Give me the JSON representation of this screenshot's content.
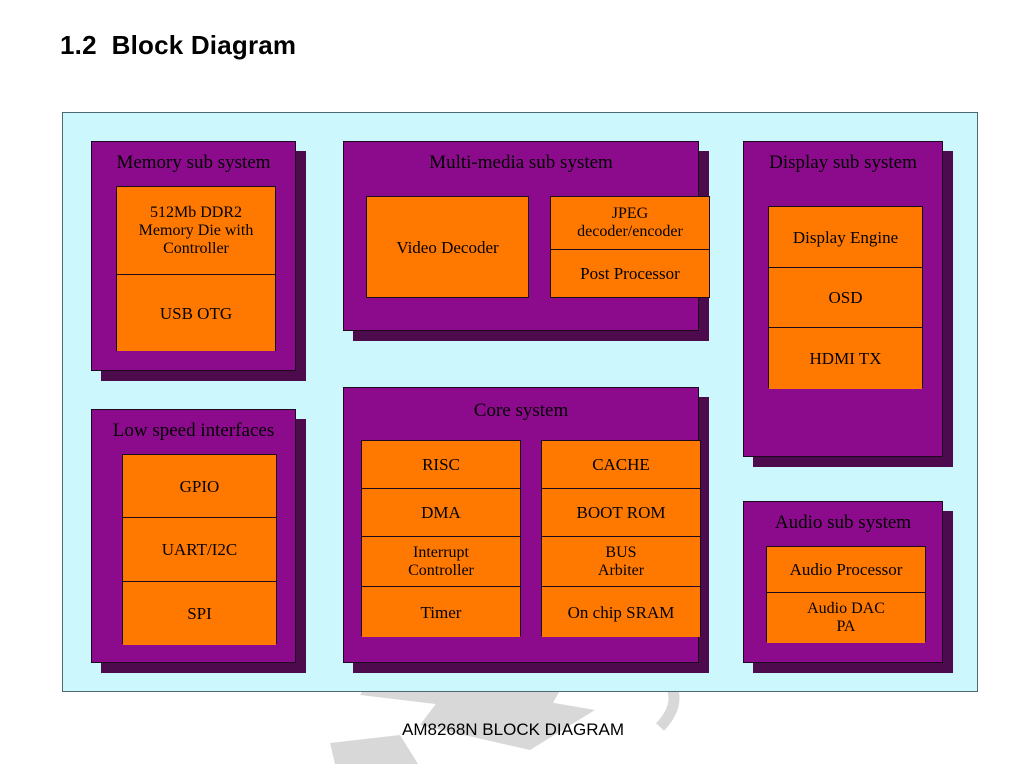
{
  "page": {
    "heading": "1.2  Block Diagram",
    "caption": "AM8268N BLOCK DIAGRAM",
    "background": "#ffffff"
  },
  "theme": {
    "canvas_fill": "#ccf8fd",
    "canvas_border": "#4c6b70",
    "group_fill": "#8c0a8c",
    "group_shadow": "#4d0a4d",
    "block_fill": "#ff7800",
    "outline": "#1b0a1b",
    "text": "#000000",
    "watermark": "#d6d6d6"
  },
  "diagram": {
    "title": "AM8268N BLOCK DIAGRAM",
    "groups": [
      {
        "id": "memory-sub-system",
        "title": "Memory sub system",
        "columns": [
          {
            "blocks": [
              {
                "label": "512Mb DDR2\nMemory Die with\nController"
              },
              {
                "label": "USB OTG"
              }
            ]
          }
        ]
      },
      {
        "id": "multi-media-sub-system",
        "title": "Multi-media sub system",
        "columns": [
          {
            "blocks": [
              {
                "label": "Video Decoder"
              }
            ]
          },
          {
            "blocks": [
              {
                "label": "JPEG\ndecoder/encoder"
              },
              {
                "label": "Post Processor"
              }
            ]
          }
        ]
      },
      {
        "id": "display-sub-system",
        "title": "Display sub system",
        "columns": [
          {
            "blocks": [
              {
                "label": "Display Engine"
              },
              {
                "label": "OSD"
              },
              {
                "label": "HDMI TX"
              }
            ]
          }
        ]
      },
      {
        "id": "low-speed-interfaces",
        "title": "Low speed interfaces",
        "columns": [
          {
            "blocks": [
              {
                "label": "GPIO"
              },
              {
                "label": "UART/I2C"
              },
              {
                "label": "SPI"
              }
            ]
          }
        ]
      },
      {
        "id": "core-system",
        "title": "Core system",
        "columns": [
          {
            "blocks": [
              {
                "label": "RISC"
              },
              {
                "label": "DMA"
              },
              {
                "label": "Interrupt\nController"
              },
              {
                "label": "Timer"
              }
            ]
          },
          {
            "blocks": [
              {
                "label": "CACHE"
              },
              {
                "label": "BOOT ROM"
              },
              {
                "label": "BUS\nArbiter"
              },
              {
                "label": "On chip SRAM"
              }
            ]
          }
        ]
      },
      {
        "id": "audio-sub-system",
        "title": "Audio sub system",
        "columns": [
          {
            "blocks": [
              {
                "label": "Audio Processor"
              },
              {
                "label": "Audio DAC\nPA"
              }
            ]
          }
        ]
      }
    ]
  }
}
